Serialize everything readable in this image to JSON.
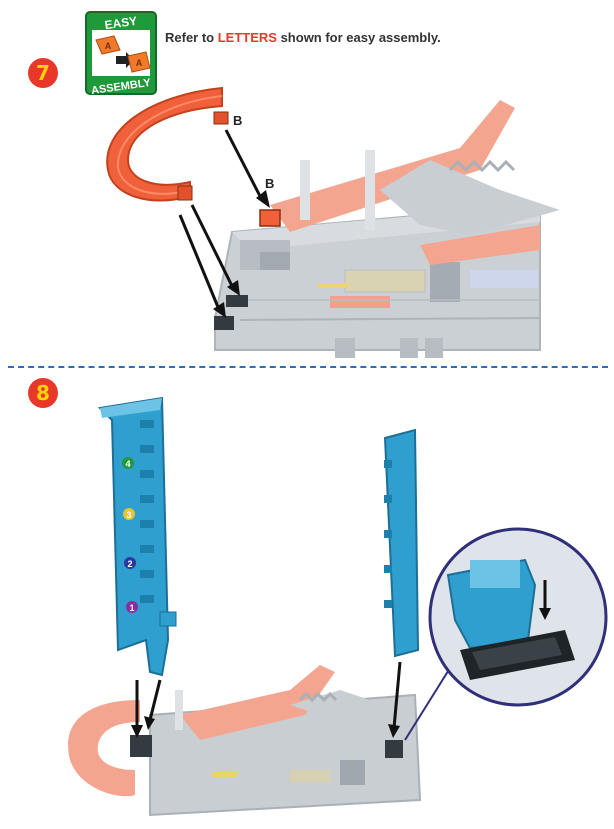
{
  "easy_assembly_logo": {
    "top_text": "EASY",
    "bottom_text": "ASSEMBLY",
    "tile_letter": "A",
    "colors": {
      "green": "#1e9a3a",
      "tile": "#f07a2a"
    }
  },
  "instruction": {
    "prefix": "Refer to ",
    "highlight": "LETTERS",
    "suffix": " shown for easy assembly."
  },
  "steps": [
    {
      "number": "7",
      "connector_letters": [
        "B",
        "B"
      ]
    },
    {
      "number": "8",
      "column_numbers": [
        "4",
        "3",
        "2",
        "1"
      ]
    }
  ],
  "colors": {
    "badge": "#e8382a",
    "badge_text": "#ffd400",
    "track_orange": "#f0603a",
    "track_faded": "#f4a58f",
    "base_gray": "#c9ced3",
    "base_gray_dark": "#a9b0b7",
    "column_blue": "#2f9fd0",
    "divider": "#2a6fb5",
    "zoom_circle": "#2f2f7a"
  }
}
